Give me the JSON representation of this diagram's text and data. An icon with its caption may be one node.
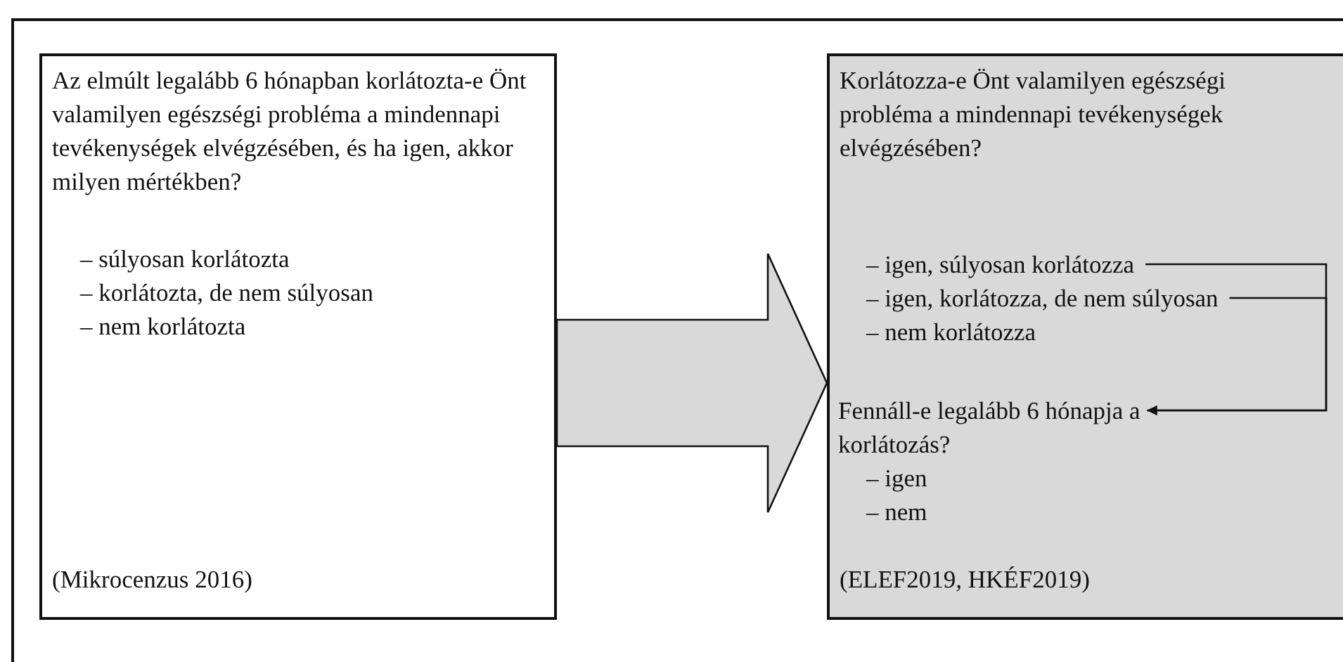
{
  "diagram": {
    "nodes": [
      {
        "text": [
          "Az elmúlt legalább 6 hónapban korlátozta-e Önt valamilyen egészségi probléma a mindennapi tevékenységek elvégzésében, és ha igen, akkor milyen mértékben?",
          "– súlyosan korlátozta",
          "– korlátozta, de nem súlyosan",
          "– nem korlátozta",
          "(Mikrocenzus 2016)"
        ]
      },
      {
        "text": [
          "Korlátozza-e Önt valamilyen egészségi probléma a mindennapi tevékenységek elvégzésében?",
          "(ELEF2019, HKÉF2019)"
        ]
      },
      {
        "text": [
          "– igen, súlyosan korlátozza"
        ],
        "in": 1
      },
      {
        "text": [
          "– igen, korlátozza, de nem súlyosan"
        ],
        "in": 1
      },
      {
        "text": [
          "– nem korlátozza"
        ],
        "in": 1
      },
      {
        "text": [
          "Fennáll-e legalább 6 hónapja a korlátozás?",
          "– igen",
          "– nem"
        ],
        "in": 1
      }
    ],
    "edges": [
      {
        "from": 0,
        "to": 1,
        "arrow": "to",
        "style": "thick"
      },
      {
        "from": 2,
        "to": 5,
        "arrow": "to"
      },
      {
        "from": 3,
        "to": 5,
        "arrow": "to"
      }
    ]
  }
}
